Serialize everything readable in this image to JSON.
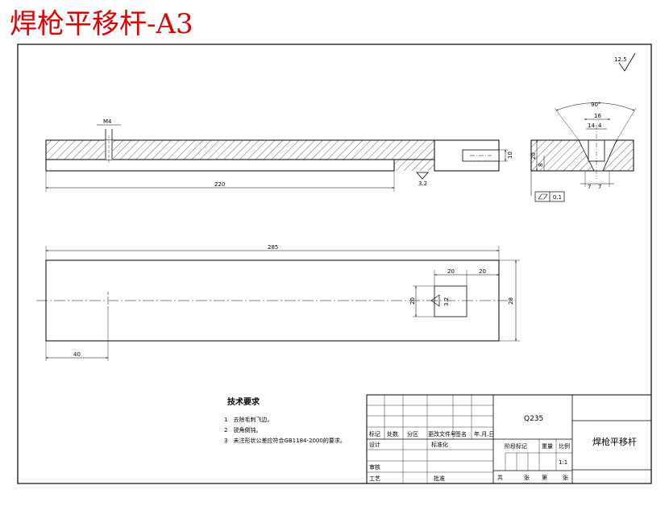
{
  "title": "焊枪平移杆-A3",
  "roughness": {
    "general": "12.5",
    "face": "3.2",
    "slot": "3.2"
  },
  "front_view": {
    "dim_length": "220",
    "dim_m": "M4",
    "dim_slot": "10"
  },
  "side_view": {
    "angle": "90°",
    "w16": "16",
    "w14": "14",
    "w4": "4",
    "h20": "20",
    "h8": "8",
    "w7a": "7",
    "w7b": "7",
    "tolerance": "0.1"
  },
  "top_view": {
    "dim_length": "285",
    "dim_width": "28",
    "dim_40": "40",
    "dim_20a": "20",
    "dim_20b": "20",
    "dim_slot_h": "20"
  },
  "tech": {
    "heading": "技术要求",
    "items": [
      "1　去除毛刺飞边。",
      "2　锐角倒钝。",
      "3　未注形状公差应符合GB1184-2000的要求。"
    ]
  },
  "titleblock": {
    "material": "Q235",
    "part_name": "焊枪平移杆",
    "row_headers": [
      "标记",
      "处数",
      "分区",
      "更改文件号",
      "签名",
      "年.月.日"
    ],
    "design": "设计",
    "standard": "标准化",
    "check": "审核",
    "process": "工艺",
    "approve": "批准",
    "stage": "阶段标记",
    "weight": "重量",
    "scale_label": "比例",
    "scale": "1:1",
    "sheets": [
      "共",
      "张",
      "第",
      "张"
    ]
  }
}
